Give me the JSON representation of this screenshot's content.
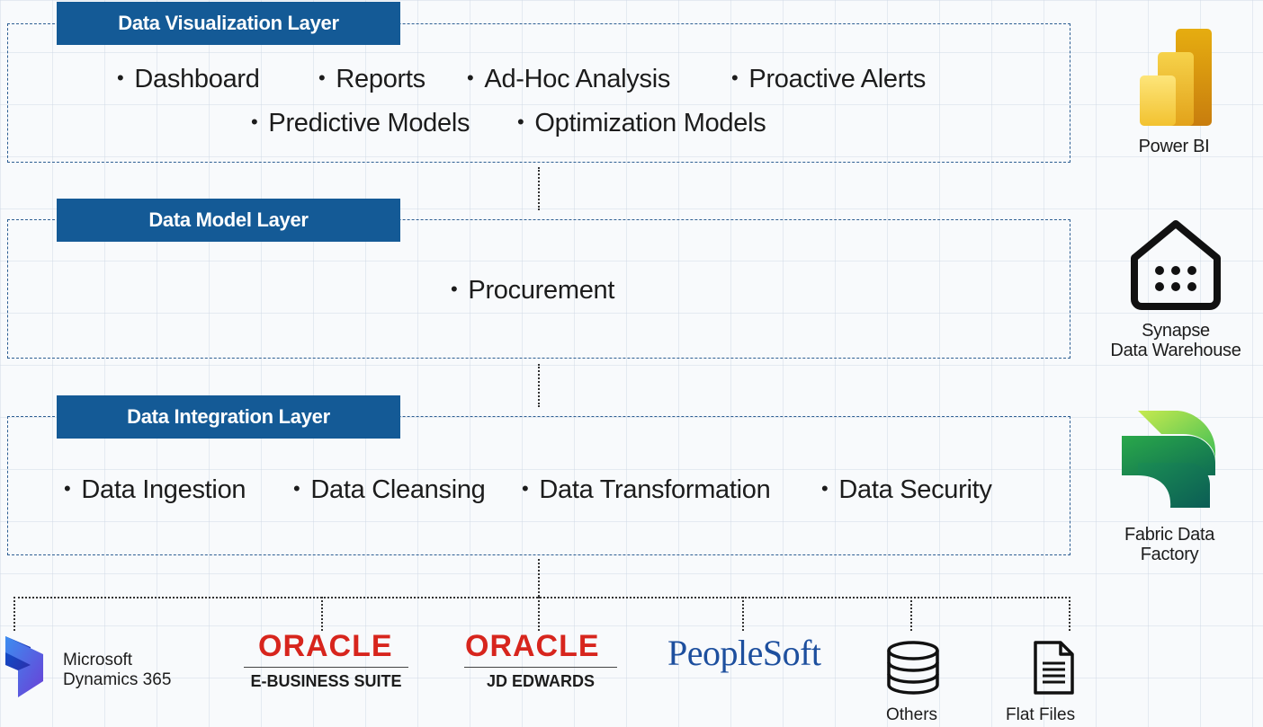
{
  "layers": {
    "visualization": {
      "title": "Data Visualization Layer",
      "items": [
        "Dashboard",
        "Reports",
        "Ad-Hoc Analysis",
        "Proactive Alerts",
        "Predictive Models",
        "Optimization Models"
      ]
    },
    "model": {
      "title": "Data Model Layer",
      "items": [
        "Procurement"
      ]
    },
    "integration": {
      "title": "Data Integration Layer",
      "items": [
        "Data Ingestion",
        "Data Cleansing",
        "Data Transformation",
        "Data Security"
      ]
    }
  },
  "tools": {
    "power_bi": "Power BI",
    "synapse_line1": "Synapse",
    "synapse_line2": "Data Warehouse",
    "fabric_line1": "Fabric Data",
    "fabric_line2": "Factory"
  },
  "sources": {
    "dynamics_line1": "Microsoft",
    "dynamics_line2": "Dynamics 365",
    "oracle_word": "ORACLE",
    "oracle_ebs": "E-BUSINESS SUITE",
    "oracle_jde": "JD EDWARDS",
    "peoplesoft": "PeopleSoft",
    "others": "Others",
    "flat_files": "Flat Files"
  },
  "colors": {
    "header_blue": "#145a96",
    "oracle_red": "#d7251d",
    "peoplesoft_blue": "#1d4f9e"
  },
  "icons": [
    "power-bi-icon",
    "synapse-warehouse-icon",
    "fabric-data-factory-icon",
    "dynamics-365-icon",
    "database-icon",
    "file-icon"
  ]
}
